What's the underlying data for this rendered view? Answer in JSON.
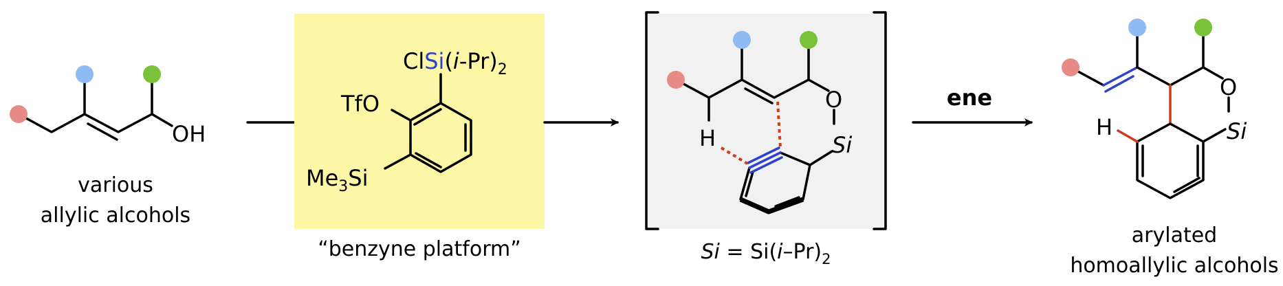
{
  "colors": {
    "red_dot": "#e88a86",
    "blue_dot": "#8fbbf2",
    "green_dot": "#79c23a",
    "silicon_blue": "#2f43c8",
    "new_bond_red": "#cc3d1c",
    "platform_yellow": "#fbf7a6",
    "intermediate_gray": "#f1f1f1"
  },
  "reagent": {
    "label_oh": "OH",
    "caption_line1": "various",
    "caption_line2": "allylic alcohols"
  },
  "platform": {
    "cl": "Cl",
    "si": "Si",
    "ipr_open": "(",
    "ipr_i": "i",
    "ipr_rest": "-Pr)",
    "sub2": "2",
    "tfo": "TfO",
    "me": "Me",
    "sub3": "3",
    "si_tms": "Si",
    "caption": "“benzyne platform”"
  },
  "intermediate": {
    "o": "O",
    "si": "Si",
    "h": "H",
    "legend_si": "Si",
    "legend_eq": " = Si(",
    "legend_i": "i",
    "legend_rest": "–Pr)",
    "legend_sub": "2"
  },
  "step": {
    "label": "ene"
  },
  "product": {
    "o": "O",
    "si": "Si",
    "h": "H",
    "caption_line1": "arylated",
    "caption_line2": "homoallylic alcohols"
  }
}
